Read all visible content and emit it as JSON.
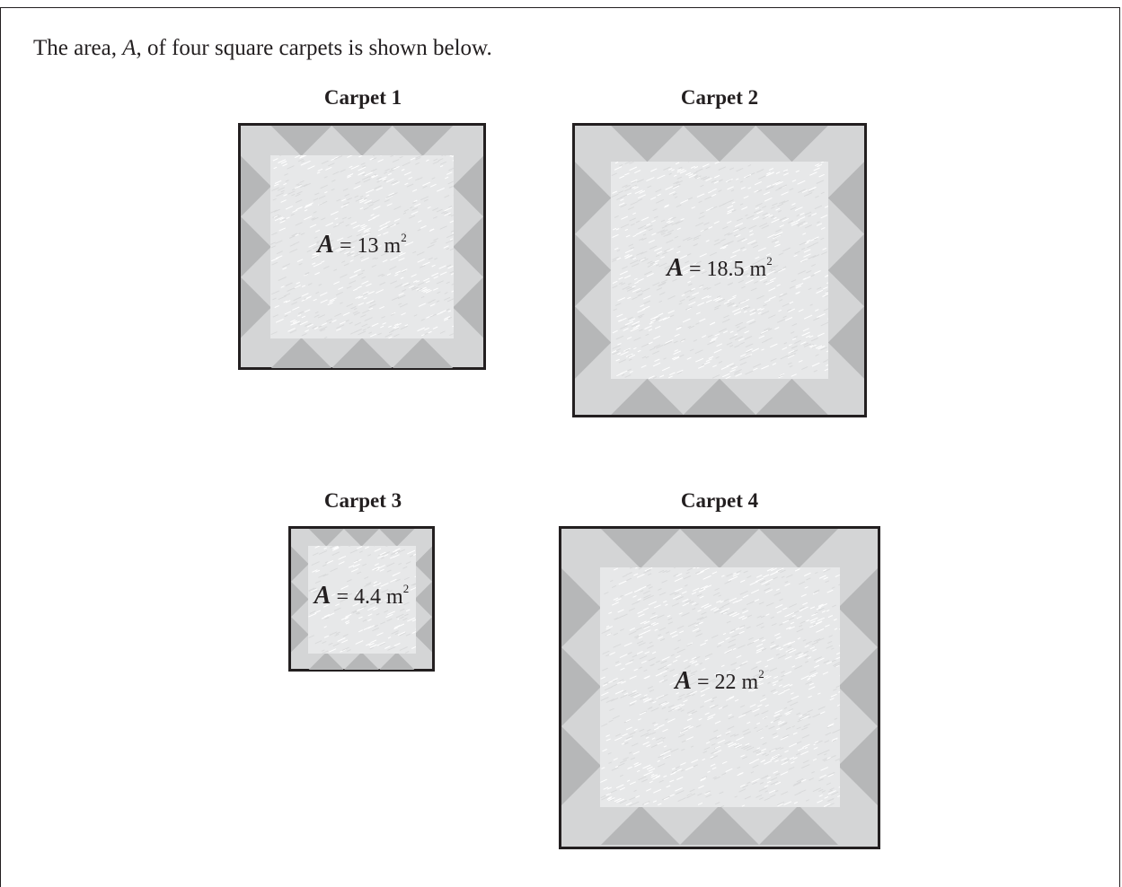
{
  "intro": {
    "prefix": "The area, ",
    "variable": "A",
    "suffix": ", of four square carpets is shown below."
  },
  "carpets": [
    {
      "title": "Carpet 1",
      "variable": "A",
      "equals": "=",
      "value": "13",
      "unit": "m",
      "exponent": "2"
    },
    {
      "title": "Carpet 2",
      "variable": "A",
      "equals": "=",
      "value": "18.5",
      "unit": "m",
      "exponent": "2"
    },
    {
      "title": "Carpet 3",
      "variable": "A",
      "equals": "=",
      "value": "4.4",
      "unit": "m",
      "exponent": "2"
    },
    {
      "title": "Carpet 4",
      "variable": "A",
      "equals": "=",
      "value": "22",
      "unit": "m",
      "exponent": "2"
    }
  ],
  "colors": {
    "ink": "#231f20",
    "border_light": "#d4d5d6",
    "border_dark": "#b6b7b8",
    "center": "#e7e8e9"
  }
}
